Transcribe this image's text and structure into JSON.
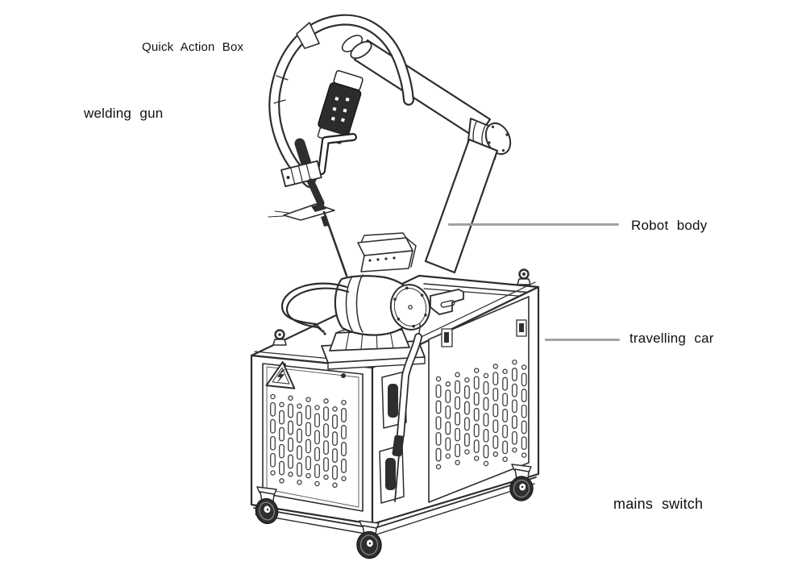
{
  "diagram": {
    "type": "technical-illustration",
    "subject": "welding robot mounted on a travelling car",
    "labels": [
      {
        "id": "quick-action-box",
        "text": "Quick Action Box",
        "has_leader_line": false
      },
      {
        "id": "welding-gun",
        "text": "welding gun",
        "has_leader_line": false
      },
      {
        "id": "robot-body",
        "text": "Robot body",
        "has_leader_line": true
      },
      {
        "id": "travelling-car",
        "text": "travelling car",
        "has_leader_line": true
      },
      {
        "id": "mains-switch",
        "text": "mains switch",
        "has_leader_line": false
      }
    ],
    "icons": {
      "high_voltage_warning": "triangle-with-lightning-bolt",
      "eye_bolt": "lifting-ring",
      "caster": "swivel-wheel"
    },
    "colors": {
      "ink": "#2d2d2d",
      "dark_fill": "#2e2e2e",
      "leader": "#9e9e9e",
      "text": "#111111",
      "background": "#ffffff"
    }
  }
}
